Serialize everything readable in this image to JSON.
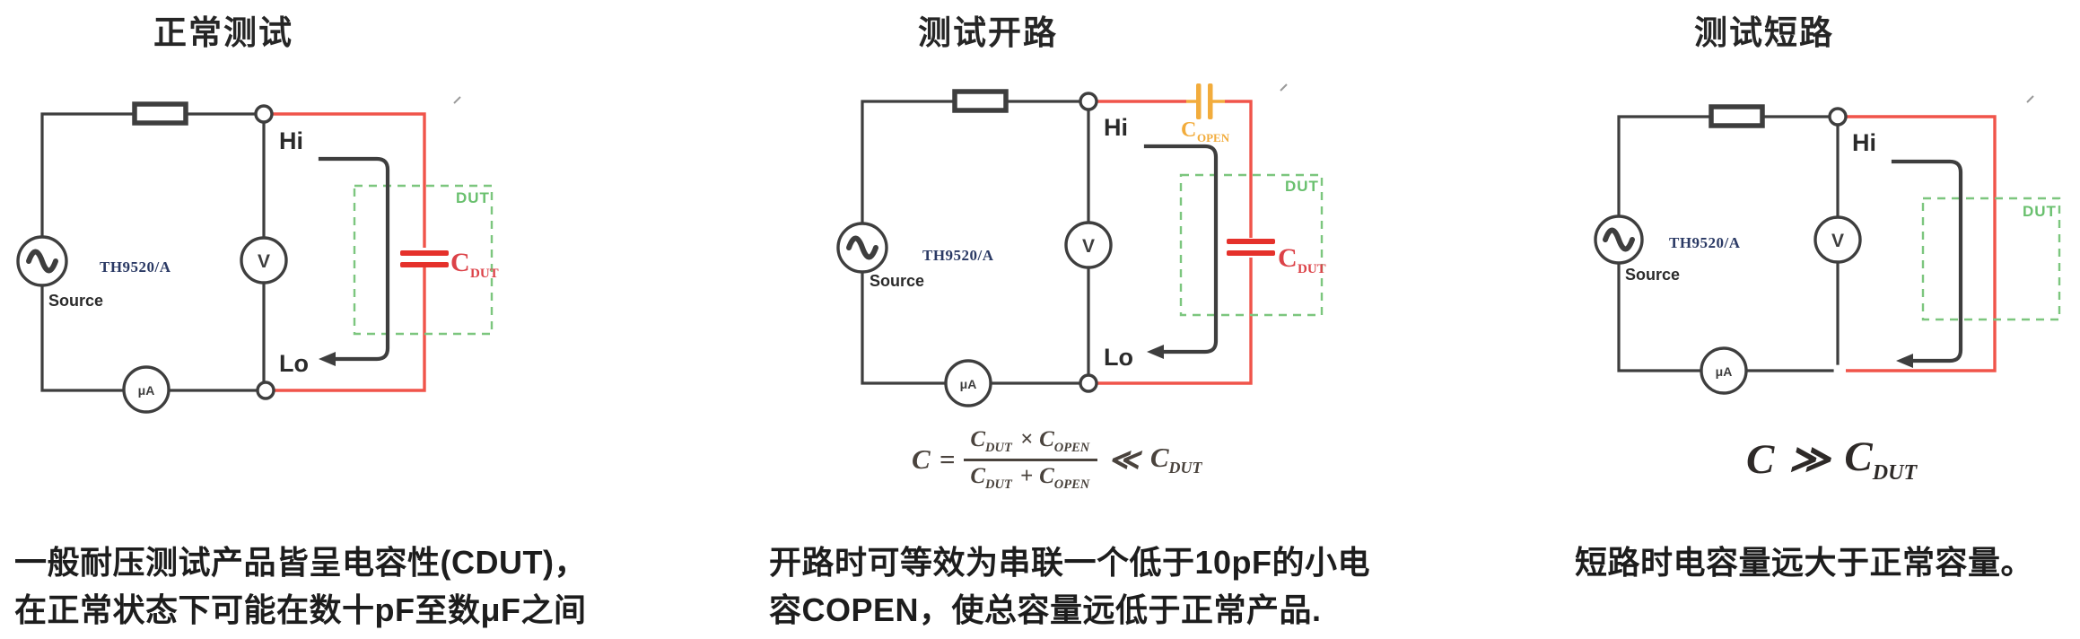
{
  "colors": {
    "wire_black": "#3e3e3e",
    "wire_red": "#f0544a",
    "cap_red": "#e5312b",
    "cap_red_label": "#dc4248",
    "cap_orange": "#f2ac3c",
    "dut_green": "#7cc67e",
    "dut_green_text": "#69c06e",
    "device_navy": "#2a3964",
    "ink": "#1d1d1d",
    "formula_ink": "#4a433d"
  },
  "panels": [
    {
      "id": "normal-test",
      "title": "正常测试",
      "circuit": {
        "hi": "Hi",
        "lo": "Lo",
        "device": "TH9520/A",
        "source": "Source",
        "voltmeter": "V",
        "ammeter": "μA",
        "dut_box": "DUT",
        "cap_dut": {
          "main": "C",
          "sub": "DUT"
        }
      },
      "description": [
        "一般耐压测试产品皆呈电容性(CDUT)，",
        "在正常状态下可能在数十pF至数μF之间"
      ]
    },
    {
      "id": "open-test",
      "title": "测试开路",
      "circuit": {
        "hi": "Hi",
        "lo": "Lo",
        "device": "TH9520/A",
        "source": "Source",
        "voltmeter": "V",
        "ammeter": "μA",
        "dut_box": "DUT",
        "cap_dut": {
          "main": "C",
          "sub": "DUT"
        },
        "cap_open": {
          "main": "C",
          "sub": "OPEN"
        }
      },
      "formula": {
        "lhs": "C",
        "eq": "=",
        "num": {
          "c1": "C",
          "c1_sub": "DUT",
          "op": "×",
          "c2": "C",
          "c2_sub": "OPEN"
        },
        "den": {
          "c1": "C",
          "c1_sub": "DUT",
          "op": "+",
          "c2": "C",
          "c2_sub": "OPEN"
        },
        "rel": "≪",
        "rhs": "C",
        "rhs_sub": "DUT"
      },
      "description": [
        "开路时可等效为串联一个低于10pF的小电",
        "容COPEN，使总容量远低于正常产品."
      ]
    },
    {
      "id": "short-test",
      "title": "测试短路",
      "circuit": {
        "hi": "Hi",
        "device": "TH9520/A",
        "source": "Source",
        "voltmeter": "V",
        "ammeter": "μA",
        "dut_box": "DUT"
      },
      "formula": {
        "lhs": "C",
        "rel": "≫",
        "rhs": "C",
        "rhs_sub": "DUT"
      },
      "description": [
        "短路时电容量远大于正常容量。"
      ]
    }
  ]
}
